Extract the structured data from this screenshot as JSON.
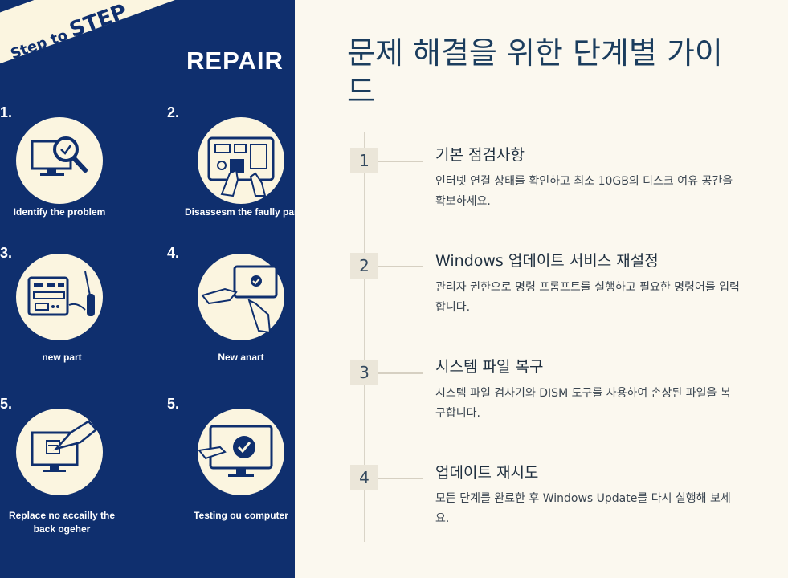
{
  "infographic": {
    "banner_small": "Step to",
    "banner_big": "STEP",
    "heading": "REPAIR",
    "steps": [
      {
        "num": "1.",
        "caption": "Identify the problem",
        "icon": "magnifier-monitor-icon"
      },
      {
        "num": "2.",
        "caption": "Disassesm the faully part",
        "icon": "hands-circuit-board-icon"
      },
      {
        "num": "3.",
        "caption": "new part",
        "icon": "circuit-screwdriver-icon"
      },
      {
        "num": "4.",
        "caption": "New anart",
        "icon": "hands-tablet-icon"
      },
      {
        "num": "5.",
        "caption": "Replace no accailly the back ogeher",
        "icon": "hand-monitor-icon"
      },
      {
        "num": "5.",
        "caption": "Testing ou computer",
        "icon": "monitor-checkmark-icon"
      }
    ]
  },
  "guide": {
    "title": "문제 해결을 위한 단계별 가이드",
    "steps": [
      {
        "num": "1",
        "title": "기본 점검사항",
        "desc": "인터넷 연결 상태를 확인하고 최소 10GB의 디스크 여유 공간을 확보하세요."
      },
      {
        "num": "2",
        "title": "Windows 업데이트 서비스 재설정",
        "desc": "관리자 권한으로 명령 프롬프트를 실행하고 필요한 명령어를 입력합니다."
      },
      {
        "num": "3",
        "title": "시스템 파일 복구",
        "desc": "시스템 파일 검사기와 DISM 도구를 사용하여 손상된 파일을 복구합니다."
      },
      {
        "num": "4",
        "title": "업데이트 재시도",
        "desc": "모든 단계를 완료한 후 Windows Update를 다시 실행해 보세요."
      }
    ]
  },
  "colors": {
    "navy": "#0f2f6e",
    "cream": "#fbf5e0",
    "background": "#fbf8ef",
    "title": "#1b3d5e"
  }
}
